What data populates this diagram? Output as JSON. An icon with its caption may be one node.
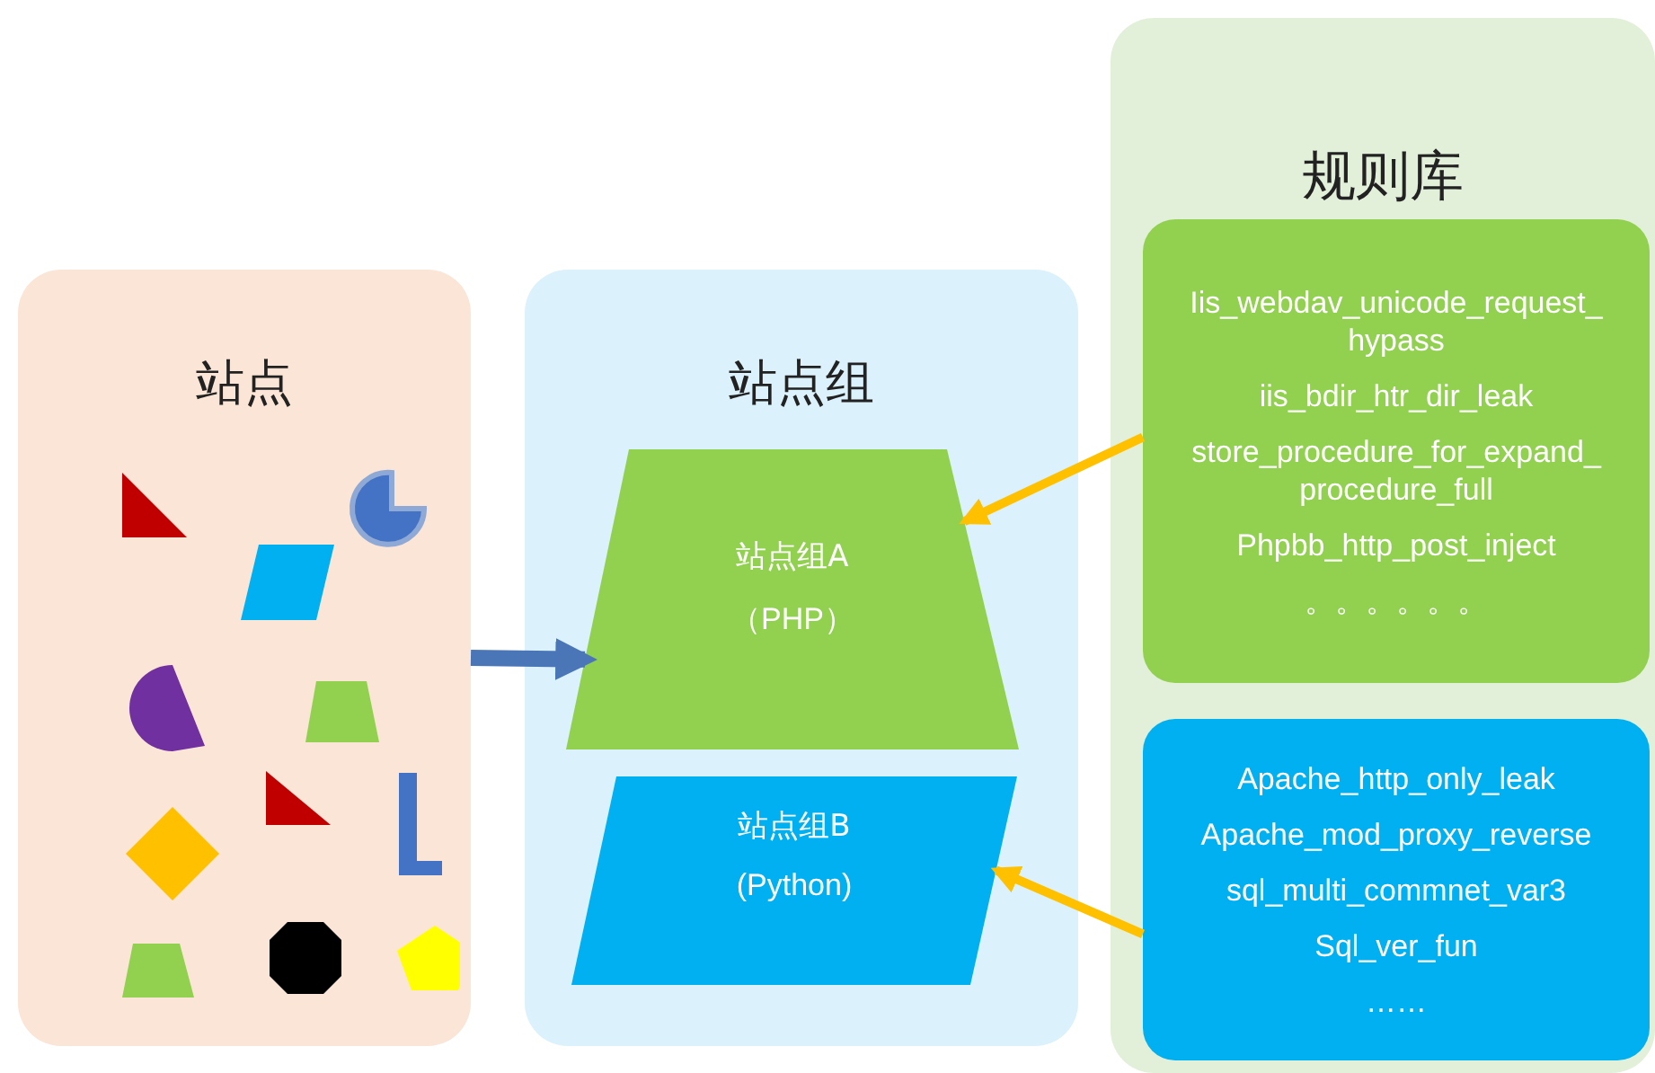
{
  "diagram": {
    "nodes": [
      {
        "text": [
          "站点"
        ]
      },
      {
        "text": [
          "站点组"
        ]
      },
      {
        "text": [
          "站点组A",
          "（PHP）"
        ],
        "in": 1
      },
      {
        "text": [
          "站点组B",
          "(Python)"
        ],
        "in": 1
      },
      {
        "text": [
          "规则库"
        ]
      },
      {
        "text": [
          "Iis_webdav_unicode_request_hypass",
          "iis_bdir_htr_dir_leak",
          "store_procedure_for_expand_procedure_full",
          "Phpbb_http_post_inject",
          "。。。。。。"
        ],
        "in": 4
      },
      {
        "text": [
          "Apache_http_only_leak",
          "Apache_mod_proxy_reverse",
          "sql_multi_commnet_var3",
          "Sql_ver_fun",
          "……"
        ],
        "in": 4
      }
    ],
    "edges": [
      {
        "from": 0,
        "to": 2,
        "arrow": "to",
        "style": "thick",
        "color": "#4a76b8"
      },
      {
        "from": 5,
        "to": 2,
        "arrow": "to"
      },
      {
        "from": 6,
        "to": 3,
        "arrow": "to"
      }
    ]
  }
}
